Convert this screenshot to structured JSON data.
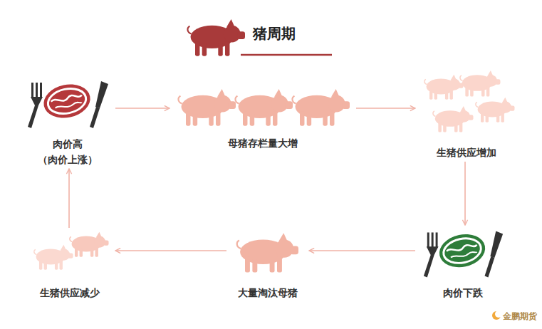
{
  "diagram": {
    "title": "猪周期",
    "nodes": [
      {
        "text": [
          "肉价高",
          "（肉价上涨）"
        ]
      },
      {
        "text": [
          "母猪存栏量大增"
        ]
      },
      {
        "text": [
          "生猪供应增加"
        ]
      },
      {
        "text": [
          "肉价下跌"
        ]
      },
      {
        "text": [
          "大量淘汰母猪"
        ]
      },
      {
        "text": [
          "生猪供应减少"
        ]
      }
    ],
    "edges": [
      {
        "from": 0,
        "to": 1,
        "arrow": "to"
      },
      {
        "from": 1,
        "to": 2,
        "arrow": "to"
      },
      {
        "from": 2,
        "to": 3,
        "arrow": "to"
      },
      {
        "from": 3,
        "to": 4,
        "arrow": "to"
      },
      {
        "from": 4,
        "to": 5,
        "arrow": "to"
      },
      {
        "from": 5,
        "to": 0,
        "arrow": "to"
      }
    ],
    "labels": [
      "金鹏期货"
    ]
  }
}
